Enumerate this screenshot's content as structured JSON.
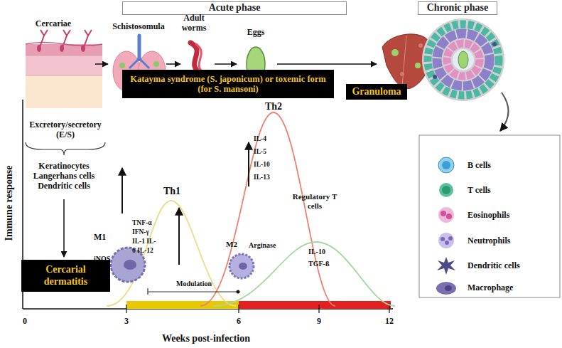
{
  "diagram": {
    "nodes": [
      {
        "text": [
          "Acute phase"
        ]
      },
      {
        "text": [
          "Chronic phase"
        ]
      },
      {
        "text": [
          "Katayma syndrome (S. japonicum) or toxemic form (for S. mansoni)"
        ]
      },
      {
        "text": [
          "Granuloma"
        ]
      },
      {
        "text": [
          "Cercarial dermatitis"
        ]
      }
    ],
    "labels": [
      "Cercariae",
      "Schistosomula",
      "Adult worms",
      "Eggs",
      "Excretory/secretory (E/S)",
      "Keratinocytes Langerhans cells Dendritic cells",
      "Immune response",
      "Th1",
      "TNF-α IFN-γ IL-1 IL-6 IL-12",
      "M1",
      "iNOS",
      "Modulation",
      "Th2",
      "IL-4 IL-5 IL-10 IL-13",
      "M2",
      "Arginase",
      "Regulatory T cells",
      "IL-10 TGF-ß",
      "0",
      "3",
      "6",
      "9",
      "12",
      "Weeks post-infection"
    ],
    "legend": [
      {
        "text": "B cells"
      },
      {
        "text": "T cells"
      },
      {
        "text": "Eosinophils"
      },
      {
        "text": "Neutrophils"
      },
      {
        "text": "Dendritic cells"
      },
      {
        "text": "Macrophage"
      }
    ]
  }
}
